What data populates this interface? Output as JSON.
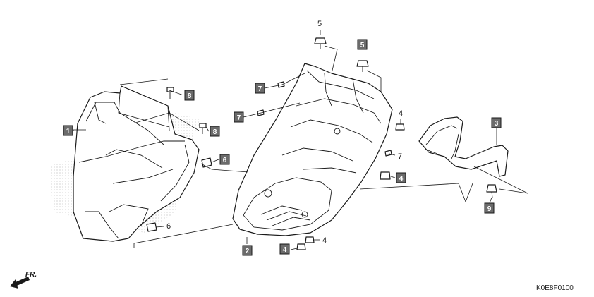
{
  "callouts": {
    "c1": "1",
    "c2": "2",
    "c3": "3",
    "c4a": "4",
    "c4b": "4",
    "c4c": "4",
    "c4d": "4",
    "c5a": "5",
    "c5b": "5",
    "c6a": "6",
    "c6b": "6",
    "c7a": "7",
    "c7b": "7",
    "c7c": "7",
    "c8a": "8",
    "c8b": "8",
    "c9": "9"
  },
  "direction_label": "FR.",
  "diagram_code": "K0E8F0100",
  "colors": {
    "line": "#1a1a1a",
    "callout_box": "#6b6b6b",
    "callout_text": "#ffffff",
    "dots": "#9a9a9a"
  }
}
